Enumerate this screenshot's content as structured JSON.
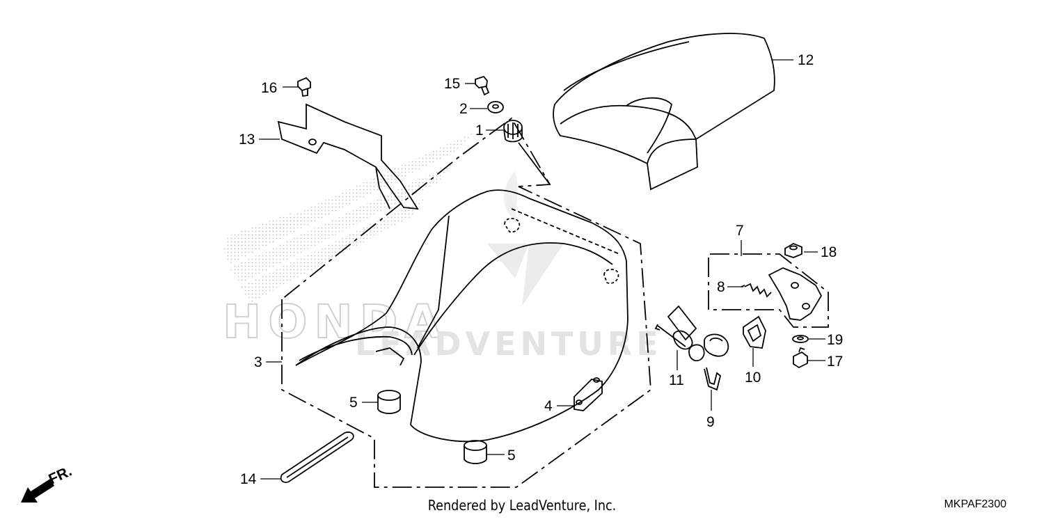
{
  "diagram": {
    "callouts": [
      "1",
      "2",
      "3",
      "4",
      "5",
      "5",
      "7",
      "8",
      "9",
      "10",
      "11",
      "12",
      "13",
      "14",
      "15",
      "16",
      "17",
      "18",
      "19"
    ],
    "front_indicator": "FR.",
    "watermark_brand": "HONDA",
    "watermark_logo": "LEADVENTURE"
  },
  "footer": {
    "credit": "Rendered by LeadVenture, Inc.",
    "diagram_code": "MKPAF2300"
  },
  "colors": {
    "line": "#000000",
    "watermark": "#d8d8d8",
    "background": "#ffffff"
  }
}
